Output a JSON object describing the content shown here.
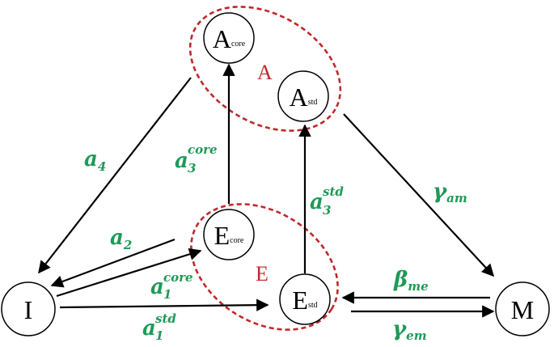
{
  "colors": {
    "rate_label": "#1f9a57",
    "group_outline": "#c0282b",
    "group_label": "#c0282b",
    "node_stroke": "#000000",
    "edge": "#000000"
  },
  "nodes": {
    "I": {
      "main": "I",
      "sub": ""
    },
    "M": {
      "main": "M",
      "sub": ""
    },
    "A_core": {
      "main": "A",
      "sub": "core"
    },
    "A_std": {
      "main": "A",
      "sub": "std"
    },
    "E_core": {
      "main": "E",
      "sub": "core"
    },
    "E_std": {
      "main": "E",
      "sub": "std"
    }
  },
  "groups": {
    "A": "A",
    "E": "E"
  },
  "rates": {
    "a4": {
      "base": "a",
      "sub": "4",
      "sup": ""
    },
    "a2": {
      "base": "a",
      "sub": "2",
      "sup": ""
    },
    "a1_core": {
      "base": "a",
      "sub": "1",
      "sup": "core"
    },
    "a1_std": {
      "base": "a",
      "sub": "1",
      "sup": "std"
    },
    "a3_core": {
      "base": "a",
      "sub": "3",
      "sup": "core"
    },
    "a3_std": {
      "base": "a",
      "sub": "3",
      "sup": "std"
    },
    "gamma_am": {
      "base": "γ",
      "sub": "am",
      "sup": ""
    },
    "beta_me": {
      "base": "β",
      "sub": "me",
      "sup": ""
    },
    "gamma_em": {
      "base": "γ",
      "sub": "em",
      "sup": ""
    }
  }
}
